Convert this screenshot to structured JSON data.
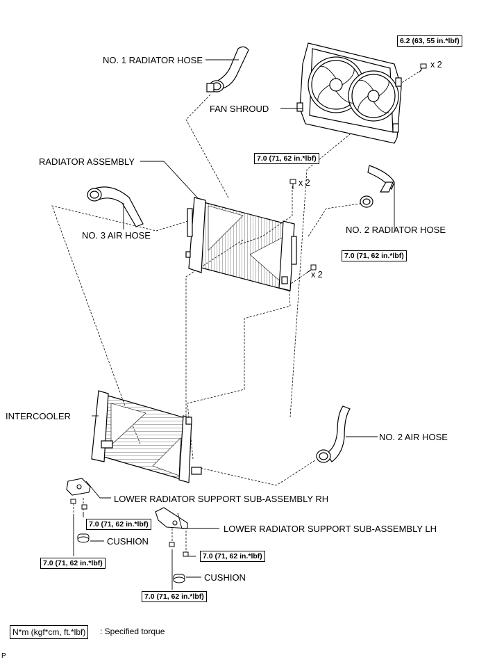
{
  "labels": {
    "no1_radiator_hose": "NO. 1 RADIATOR HOSE",
    "fan_shroud": "FAN SHROUD",
    "radiator_assembly": "RADIATOR ASSEMBLY",
    "no3_air_hose": "NO. 3 AIR HOSE",
    "no2_radiator_hose": "NO. 2 RADIATOR HOSE",
    "intercooler": "INTERCOOLER",
    "no2_air_hose": "NO. 2 AIR HOSE",
    "lower_support_rh": "LOWER RADIATOR SUPPORT SUB-ASSEMBLY RH",
    "lower_support_lh": "LOWER RADIATOR SUPPORT SUB-ASSEMBLY LH",
    "cushion_1": "CUSHION",
    "cushion_2": "CUSHION"
  },
  "torques": {
    "fan_shroud_bolt": "6.2 (63, 55 in.*lbf)",
    "radiator_top_bolt": "7.0 (71, 62 in.*lbf)",
    "radiator_side_bolt": "7.0 (71, 62 in.*lbf)",
    "rh_support_bolt_a": "7.0 (71, 62 in.*lbf)",
    "rh_support_bolt_b": "7.0 (71, 62 in.*lbf)",
    "lh_support_bolt_a": "7.0 (71, 62 in.*lbf)",
    "lh_support_bolt_b": "7.0 (71, 62 in.*lbf)"
  },
  "multipliers": {
    "fan_shroud": "x 2",
    "radiator_top": "x 2",
    "radiator_side": "x 2"
  },
  "legend": {
    "unit": "N*m (kgf*cm, ft.*lbf)",
    "description": ": Specified torque"
  },
  "figure_code": "P"
}
